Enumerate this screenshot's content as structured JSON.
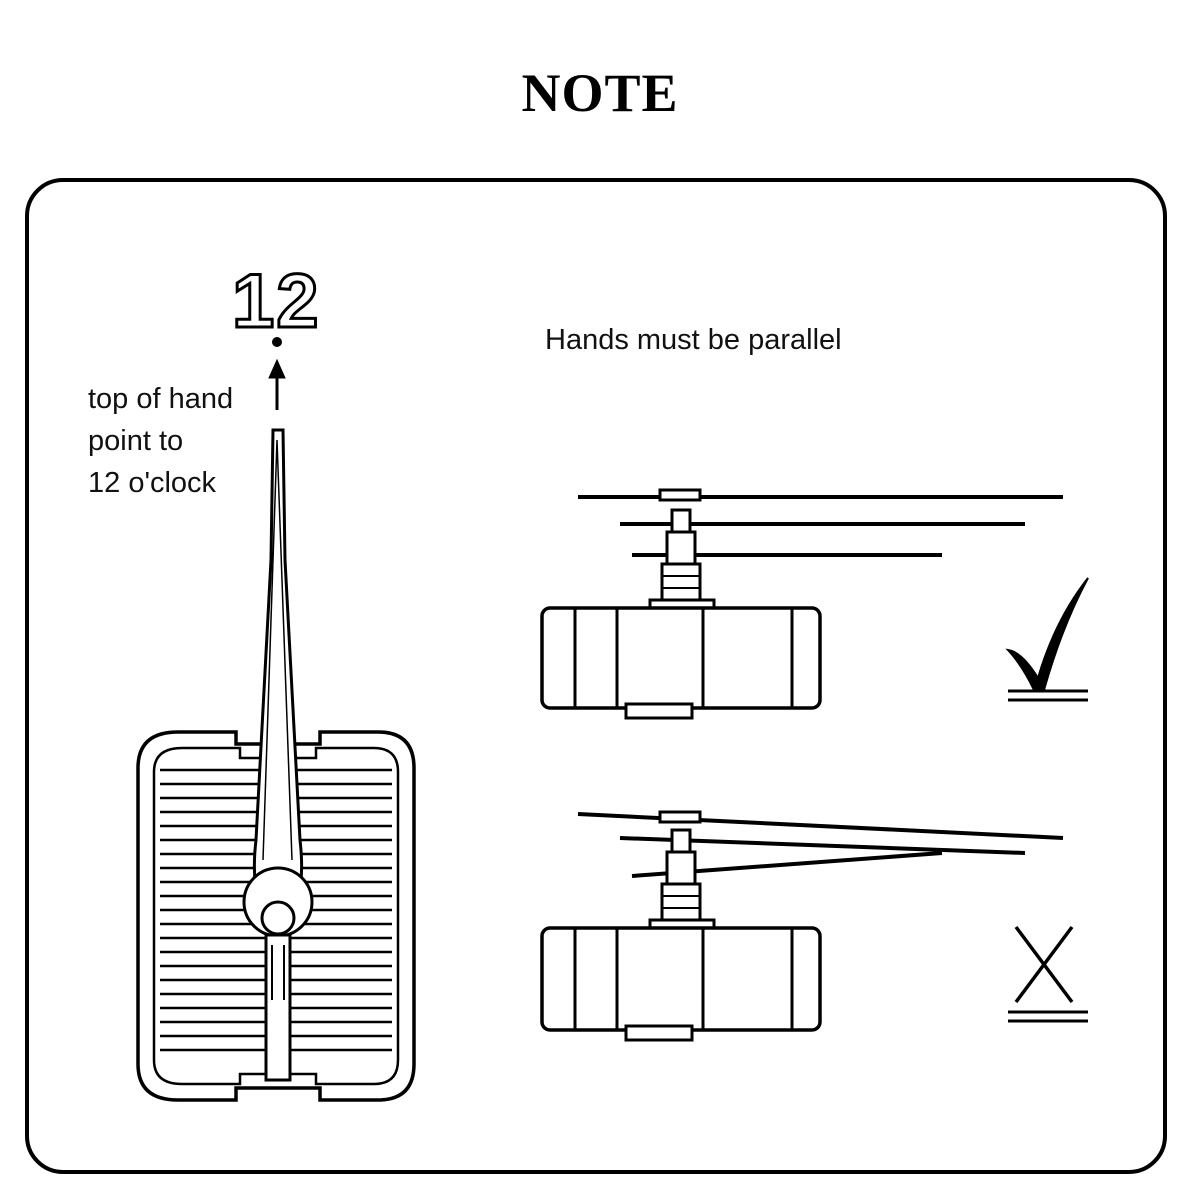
{
  "title": "NOTE",
  "clock_number": "12",
  "instruction_lines": [
    "top of hand",
    "point to",
    "12 o'clock"
  ],
  "parallel_note": "Hands must be parallel",
  "colors": {
    "ink": "#000000",
    "background": "#ffffff"
  },
  "icons": {
    "correct": "check-mark-icon",
    "wrong": "x-mark-icon"
  }
}
